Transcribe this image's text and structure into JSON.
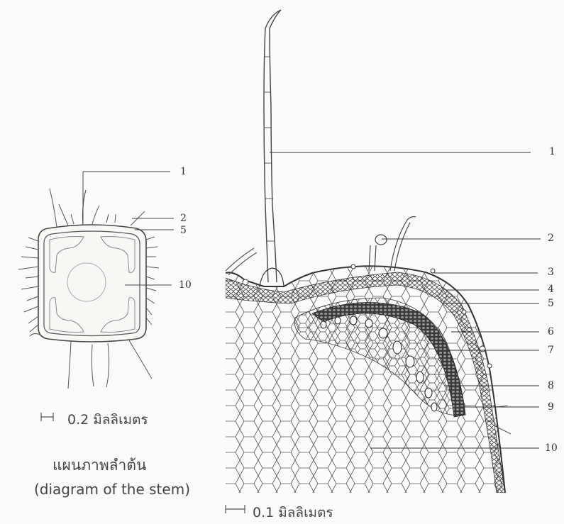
{
  "left_diagram": {
    "labels": [
      "1",
      "2",
      "5",
      "10"
    ],
    "scale_text": "0.2 มิลลิเมตร",
    "caption_thai": "แผนภาพลำต้น",
    "caption_en": "(diagram of the stem)"
  },
  "right_diagram": {
    "labels": [
      "1",
      "2",
      "3",
      "4",
      "5",
      "6",
      "7",
      "8",
      "9",
      "10"
    ],
    "scale_text": "0.1 มิลลิเมตร"
  },
  "colors": {
    "ink": "#3a3a3a",
    "paper": "#fbfbf9",
    "dark_tissue": "#2e2e2e"
  }
}
